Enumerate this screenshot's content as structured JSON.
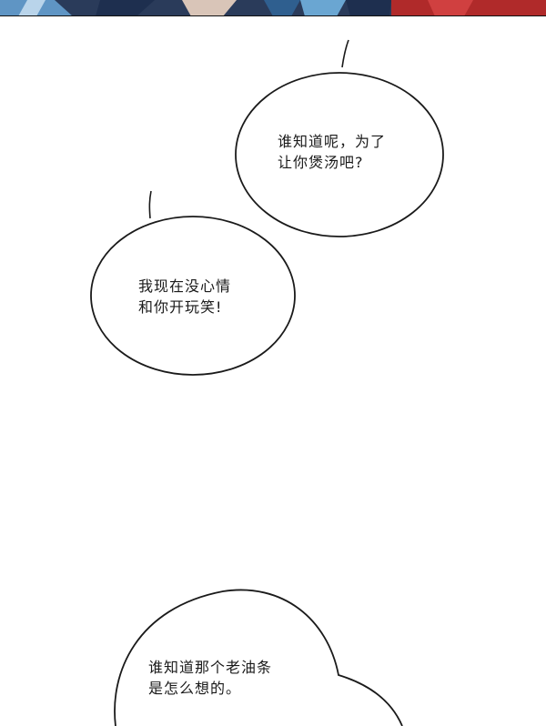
{
  "bubbles": [
    {
      "lines": [
        "谁知道呢，为了",
        "让你煲汤吧?"
      ]
    },
    {
      "lines": [
        "我现在没心情",
        "和你开玩笑!"
      ]
    },
    {
      "lines": [
        "谁知道那个老油条",
        "是怎么想的。"
      ]
    }
  ],
  "colors": {
    "panel_dark": "#1e2f4f",
    "panel_blue": "#5f95c4",
    "panel_light": "#b9d4ea",
    "panel_red": "#b02a2a",
    "ink": "#1a1a1a"
  }
}
